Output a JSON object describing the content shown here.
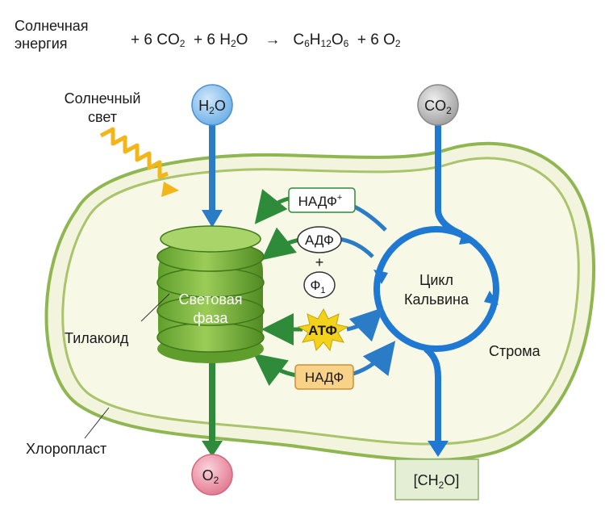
{
  "equation": {
    "label_line1": "Солнечная",
    "label_line2": "энергия",
    "plus1": "+ 6 CO",
    "co2_sub": "2",
    "plus2": "+ 6 H",
    "h2o_h_sub": "2",
    "h2o_o": "O",
    "arrow": "→",
    "glucose_c": "C",
    "glucose_c_sub": "6",
    "glucose_h": "H",
    "glucose_h_sub": "12",
    "glucose_o": "O",
    "glucose_o_sub": "6",
    "plus3": "+ 6 O",
    "o2_sub": "2"
  },
  "labels": {
    "sunlight_line1": "Солнечный",
    "sunlight_line2": "свет",
    "thylakoid": "Тилакоид",
    "chloroplast": "Хлоропласт",
    "stroma": "Строма",
    "light_phase_line1": "Световая",
    "light_phase_line2": "фаза",
    "calvin_line1": "Цикл",
    "calvin_line2": "Кальвина"
  },
  "molecules": {
    "water_main": "H",
    "water_sub": "2",
    "water_tail": "O",
    "co2_main": "CO",
    "co2_sub": "2",
    "o2_main": "O",
    "o2_sub": "2",
    "carb_pre": "[CH",
    "carb_sub": "2",
    "carb_post": "O]"
  },
  "cofactors": {
    "nadp_plus_main": "НАДФ",
    "nadp_plus_sup": "+",
    "adp": "АДФ",
    "plus": "+",
    "pi_main": "Ф",
    "pi_sub": "1",
    "atp": "АТФ",
    "nadph": "НАДФ"
  },
  "colors": {
    "water_blue": "#2a7cc7",
    "oxygen_green": "#2e8b3a",
    "calvin_blue": "#1f78d1",
    "chloroplast_fill": "#f3f4de",
    "membrane_green": "#a9c46a",
    "atp_yellow": "#f3d21b",
    "sun_yellow": "#f2b61b"
  }
}
